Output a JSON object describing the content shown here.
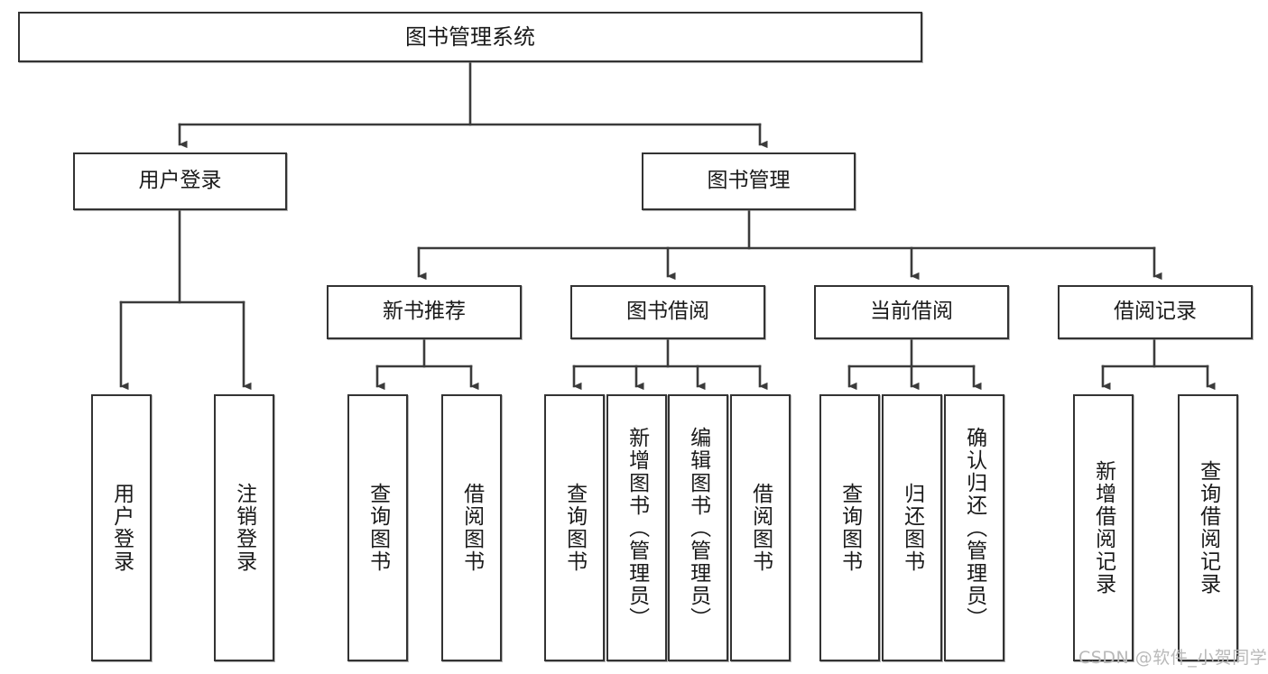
{
  "diagram": {
    "title": "图书管理系统",
    "type": "hierarchy-tree",
    "watermark": "CSDN @软件_小贺同学",
    "colors": {
      "box_border": "#333333",
      "box_fill": "#ffffff",
      "edge": "#3b3b3b",
      "text": "#1a1a1a",
      "watermark": "#b9b9b9",
      "background": "#ffffff"
    },
    "nodes": {
      "root": {
        "label": "图书管理系统"
      },
      "level2": [
        {
          "label": "用户登录"
        },
        {
          "label": "图书管理"
        }
      ],
      "level3": [
        {
          "label": "新书推荐"
        },
        {
          "label": "图书借阅"
        },
        {
          "label": "当前借阅"
        },
        {
          "label": "借阅记录"
        }
      ],
      "leaves": {
        "user_login": [
          {
            "label": "用户登录"
          },
          {
            "label": "注销登录"
          }
        ],
        "new_book_recommend": [
          {
            "label": "查询图书"
          },
          {
            "label": "借阅图书"
          }
        ],
        "book_borrow": [
          {
            "label": "查询图书"
          },
          {
            "label": "新增图书（管理员）"
          },
          {
            "label": "编辑图书（管理员）"
          },
          {
            "label": "借阅图书"
          }
        ],
        "current_borrow": [
          {
            "label": "查询图书"
          },
          {
            "label": "归还图书"
          },
          {
            "label": "确认归还（管理员）"
          }
        ],
        "borrow_record": [
          {
            "label": "新增借阅记录"
          },
          {
            "label": "查询借阅记录"
          }
        ]
      }
    }
  }
}
